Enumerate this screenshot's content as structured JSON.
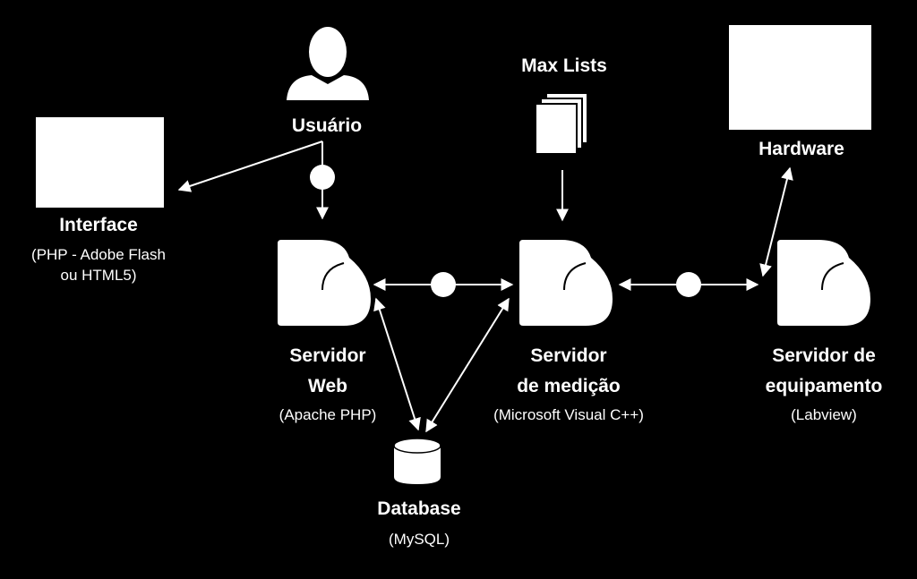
{
  "diagram": {
    "background": "#000000",
    "foreground": "#ffffff",
    "nodes": {
      "usuario": {
        "label": "Usuário",
        "icon": "user-icon"
      },
      "interface": {
        "label": "Interface",
        "sub_line1": "(PHP - Adobe Flash",
        "sub_line2": "ou HTML5)",
        "icon": "screen-icon"
      },
      "max_lists": {
        "label": "Max Lists",
        "icon": "documents-icon"
      },
      "hardware": {
        "label": "Hardware",
        "icon": "hardware-icon"
      },
      "servidor_web": {
        "label_line1": "Servidor",
        "label_line2": "Web",
        "sub": "(Apache PHP)",
        "icon": "server-icon"
      },
      "servidor_medicao": {
        "label_line1": "Servidor",
        "label_line2": "de medição",
        "sub": "(Microsoft Visual C++)",
        "icon": "server-icon"
      },
      "servidor_equipamento": {
        "label_line1": "Servidor de",
        "label_line2": "equipamento",
        "sub": "(Labview)",
        "icon": "server-icon"
      },
      "database": {
        "label": "Database",
        "sub": "(MySQL)",
        "icon": "database-icon"
      }
    }
  }
}
